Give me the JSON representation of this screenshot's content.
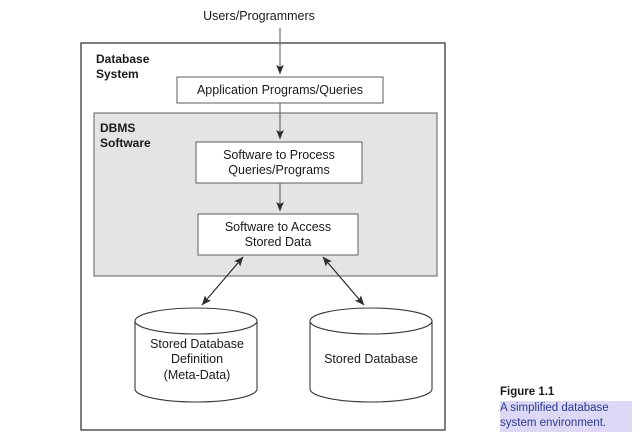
{
  "figure": {
    "top_label": "Users/Programmers",
    "outer_box_label": "Database\nSystem",
    "inner_box_label": "DBMS\nSoftware",
    "boxes": [
      {
        "id": "application-programs-queries",
        "label": "Application Programs/Queries"
      },
      {
        "id": "software-to-process",
        "label": "Software to Process\nQueries/Programs"
      },
      {
        "id": "software-to-access",
        "label": "Software to Access\nStored Data"
      }
    ],
    "cylinders": [
      {
        "id": "stored-database-definition",
        "label": "Stored Database\nDefinition\n(Meta-Data)"
      },
      {
        "id": "stored-database",
        "label": "Stored Database"
      }
    ],
    "colors": {
      "dbms_fill": "#e4e4e4",
      "box_fill": "#ffffff",
      "stroke": "#4d4d4d",
      "outer_stroke": "#3a3a3a",
      "arrow": "#333333",
      "caption_highlight": "#dcd8f5",
      "caption_text": "#2b3a8f"
    }
  },
  "caption": {
    "title": "Figure 1.1",
    "body": "A simplified database system environment."
  }
}
